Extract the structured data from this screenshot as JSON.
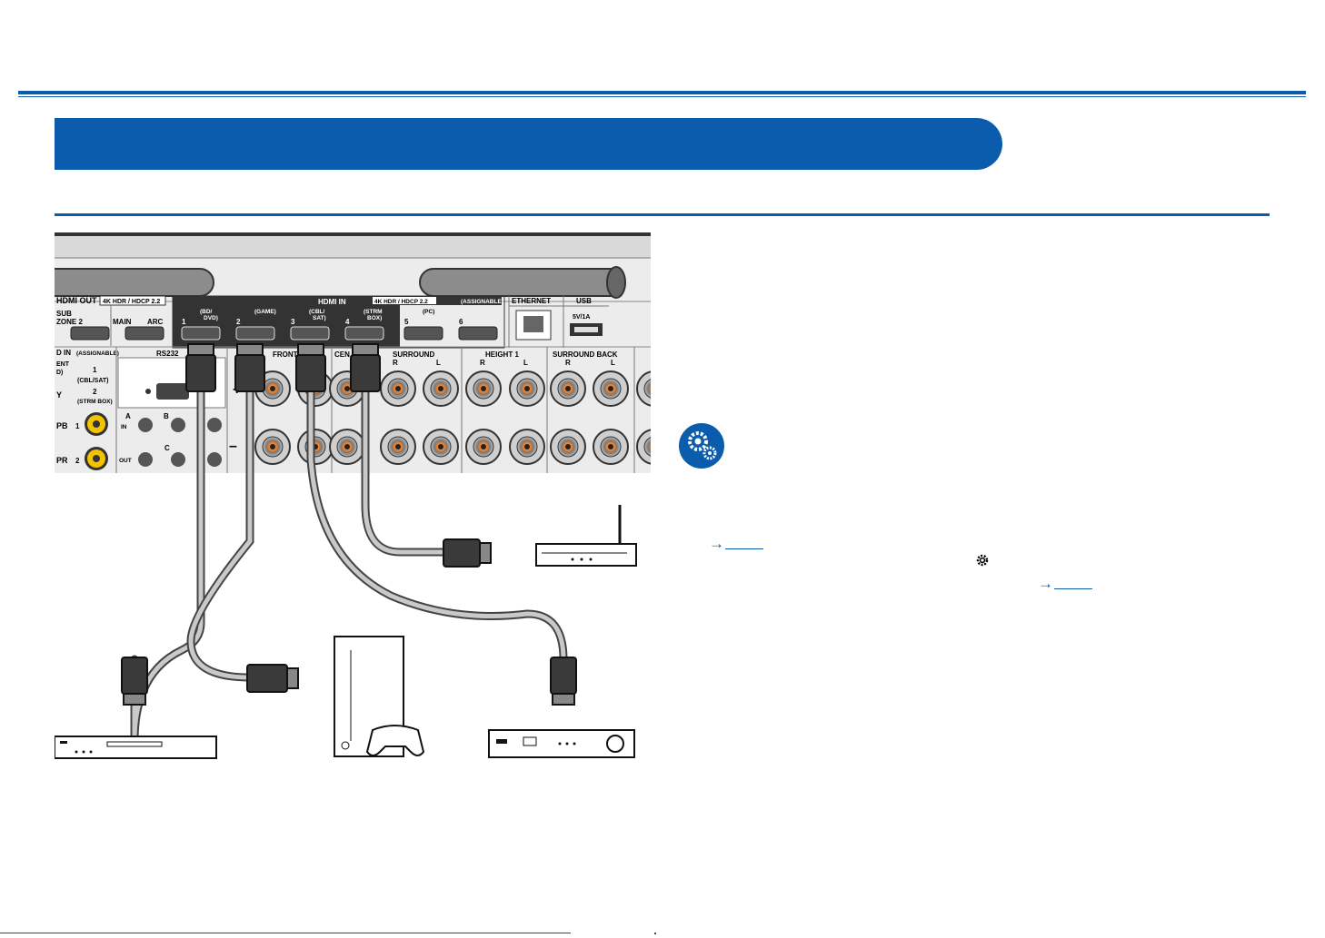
{
  "diagram": {
    "hdmi_out": {
      "title": "HDMI OUT",
      "spec": "4K HDR / HDCP 2.2",
      "sub": "SUB",
      "zone": "ZONE 2",
      "main": "MAIN",
      "arc": "ARC"
    },
    "hdmi_in": {
      "title": "HDMI IN",
      "spec": "4K HDR / HDCP 2.2",
      "assignable": "(ASSIGNABLE)",
      "ports": [
        {
          "num": "1",
          "label1": "(BD/",
          "label2": "DVD)"
        },
        {
          "num": "2",
          "label1": "(GAME)",
          "label2": ""
        },
        {
          "num": "3",
          "label1": "(CBL/",
          "label2": "SAT)"
        },
        {
          "num": "4",
          "label1": "(STRM",
          "label2": "BOX)"
        },
        {
          "num": "5",
          "label1": "(PC)",
          "label2": ""
        },
        {
          "num": "6",
          "label1": "",
          "label2": ""
        }
      ]
    },
    "ethernet": "ETHERNET",
    "usb": {
      "title": "USB",
      "rating": "5V/1A"
    },
    "component": {
      "title": "D IN",
      "assignable": "(ASSIGNABLE)",
      "ent": "ENT",
      "d": "D)",
      "in1": "1",
      "in1_label": "(CBL/SAT)",
      "in2": "2",
      "in2_label": "(STRM BOX)",
      "y": "Y",
      "pb": "PB",
      "pr": "PR",
      "jack1": "1",
      "jack2": "2"
    },
    "rs232": "RS232",
    "trigger": {
      "a": "A",
      "b": "B",
      "c": "C",
      "in": "IN",
      "out": "OUT"
    },
    "speakers": {
      "front": "FRONT",
      "center": "CEN",
      "surround": "SURROUND",
      "height1": "HEIGHT 1",
      "surround_back": "SURROUND BACK",
      "r": "R",
      "l": "L",
      "plus": "+",
      "minus": "–"
    }
  },
  "colors": {
    "brand_blue": "#0b5cad",
    "jack_yellow": "#f4c300",
    "terminal_orange": "#e07a2c",
    "panel_gray": "#ececec"
  },
  "icons": {
    "settings_badge": "settings-gears-icon",
    "gear_glyph": "gear-icon",
    "reference_arrow": "right-arrow-icon"
  },
  "refs": {
    "arrow": "→"
  }
}
